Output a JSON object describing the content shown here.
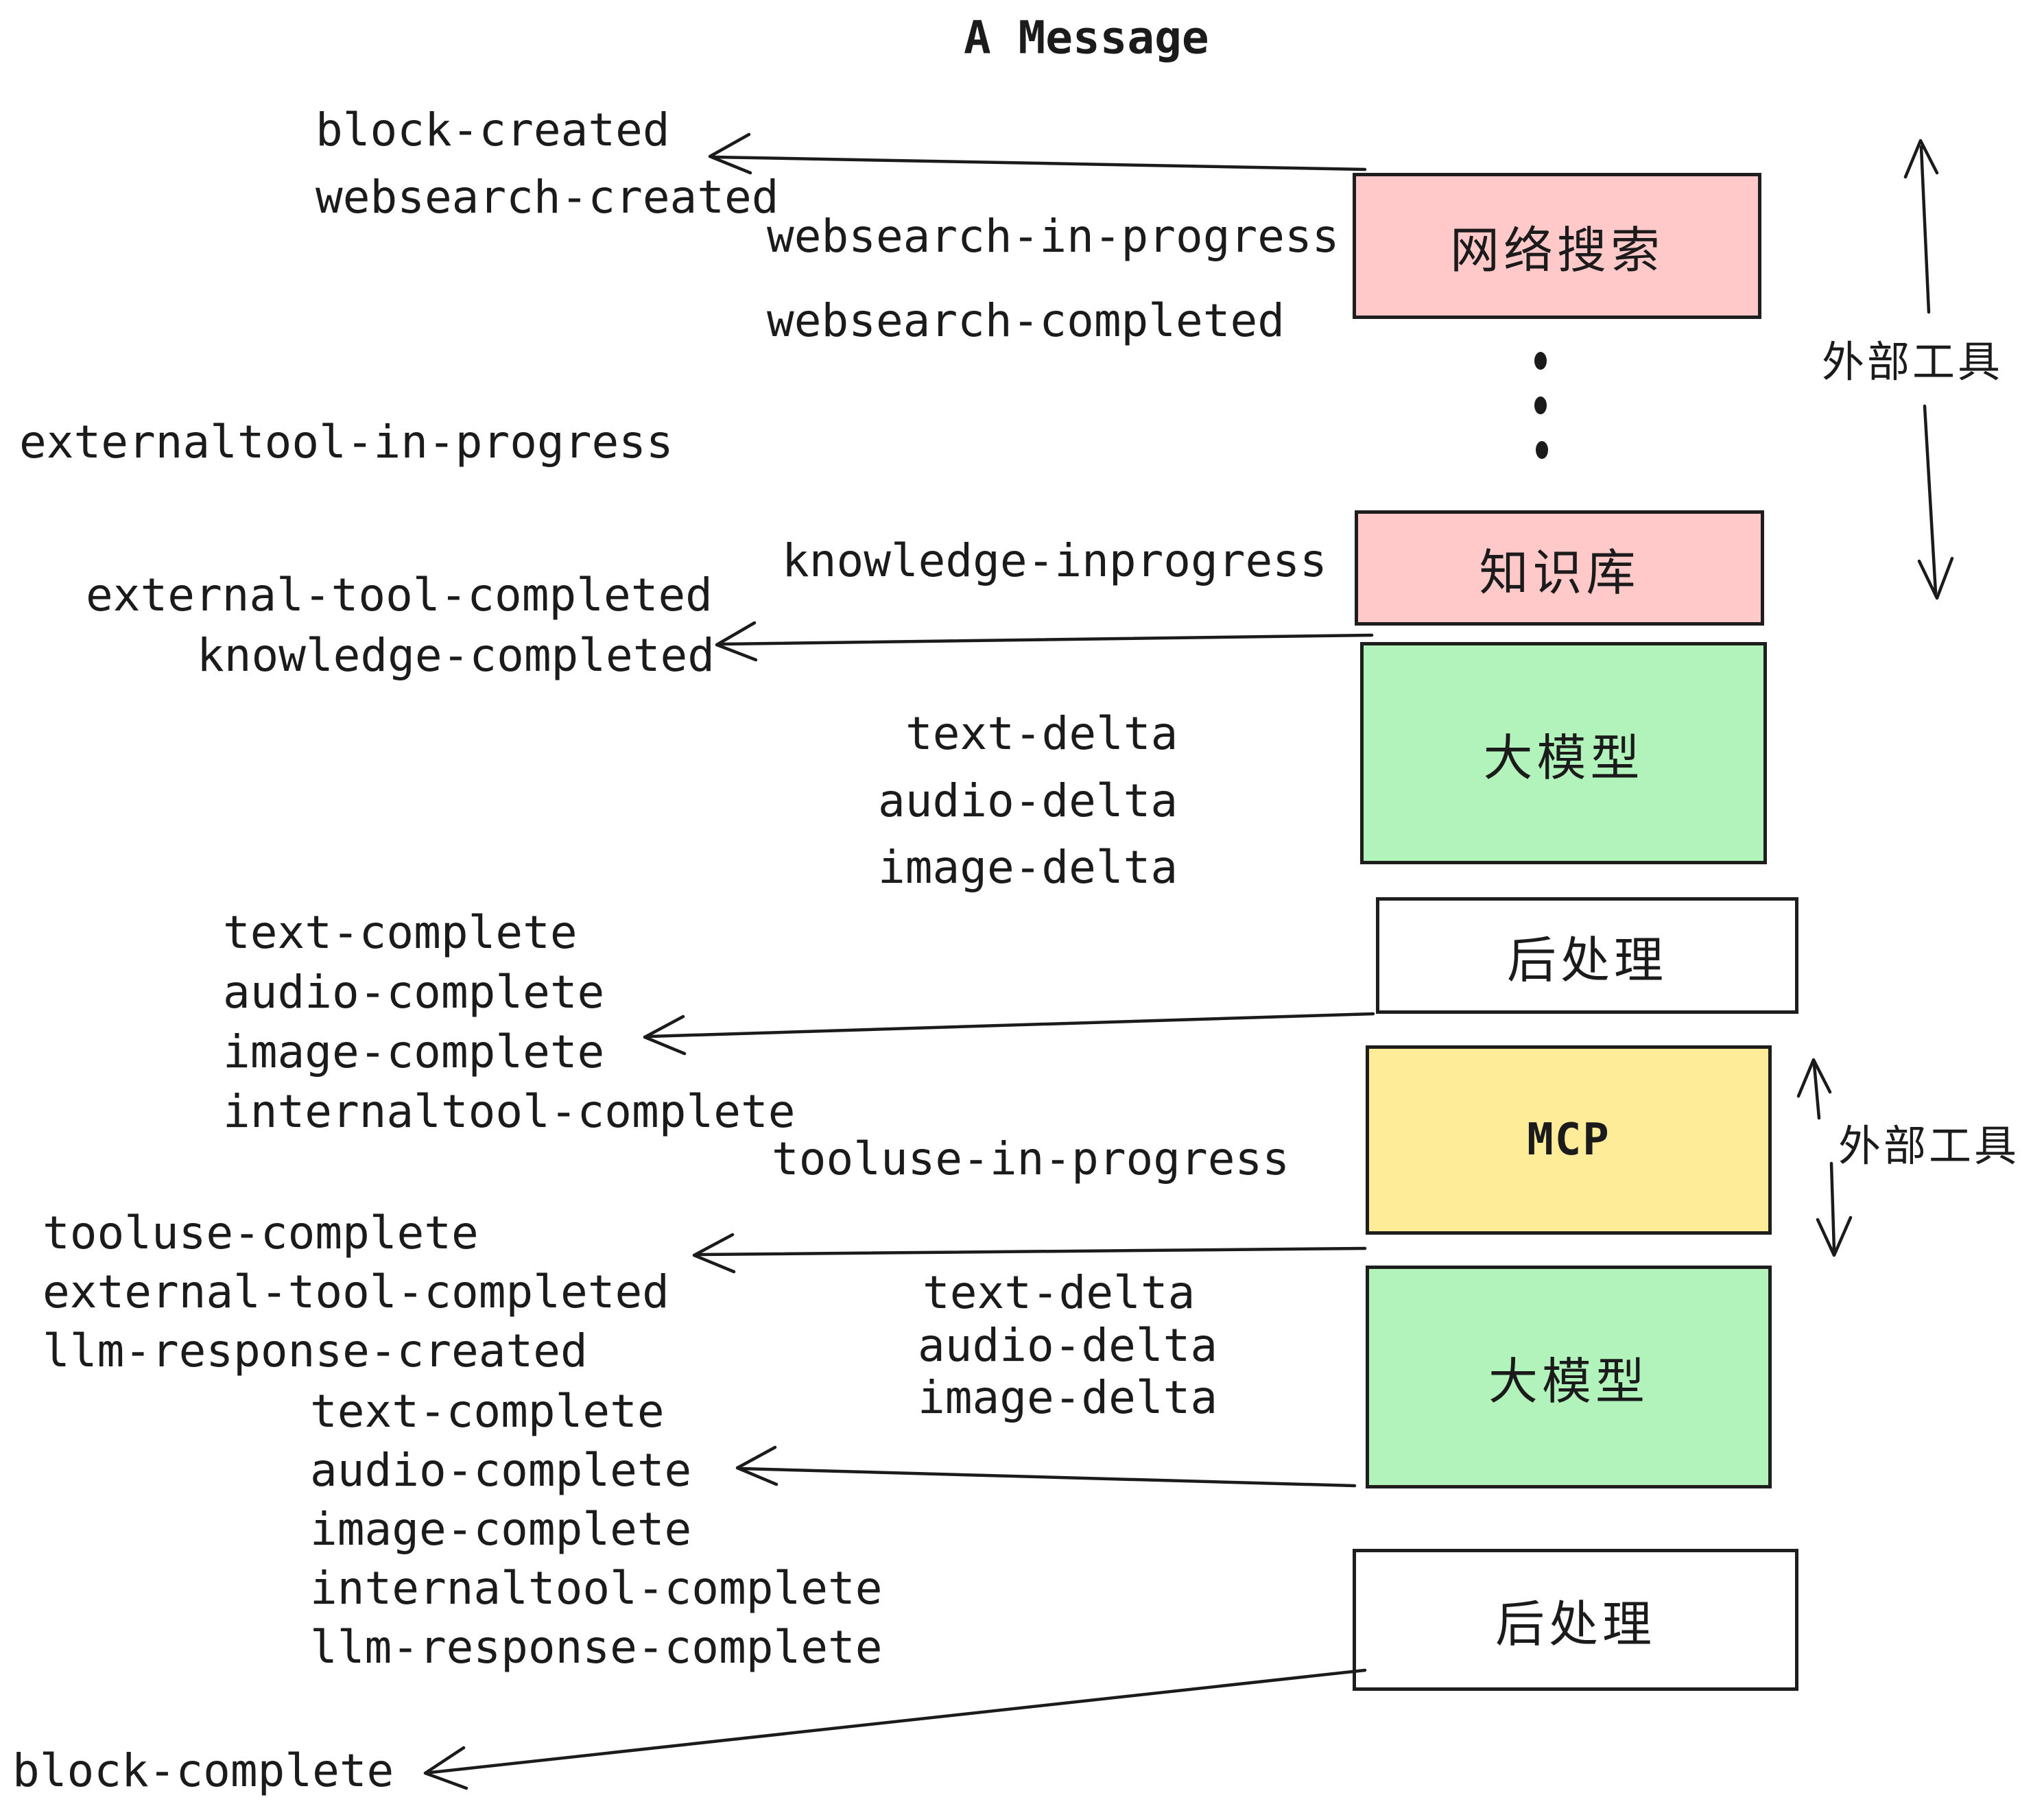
{
  "title": "A Message",
  "events": {
    "block_created": "block-created",
    "websearch_created": "websearch-created",
    "websearch_in_progress": "websearch-in-progress",
    "websearch_completed": "websearch-completed",
    "externaltool_in_progress": "externaltool-in-progress",
    "knowledge_inprogress": "knowledge-inprogress",
    "external_tool_completed_1": "external-tool-completed",
    "knowledge_completed": "knowledge-completed",
    "text_delta_1": "text-delta",
    "audio_delta_1": "audio-delta",
    "image_delta_1": "image-delta",
    "text_complete_1": "text-complete",
    "audio_complete_1": "audio-complete",
    "image_complete_1": "image-complete",
    "internaltool_complete_1": "internaltool-complete",
    "tooluse_in_progress": "tooluse-in-progress",
    "tooluse_complete": "tooluse-complete",
    "external_tool_completed_2": "external-tool-completed",
    "llm_response_created": "llm-response-created",
    "text_complete_2": "text-complete",
    "audio_complete_2": "audio-complete",
    "image_complete_2": "image-complete",
    "internaltool_complete_2": "internaltool-complete",
    "llm_response_complete": "llm-response-complete",
    "text_delta_2": "text-delta",
    "audio_delta_2": "audio-delta",
    "image_delta_2": "image-delta",
    "block_complete": "block-complete"
  },
  "boxes": {
    "websearch": {
      "label": "网络搜索",
      "color": "#ffc9c9"
    },
    "knowledge": {
      "label": "知识库",
      "color": "#ffc9c9"
    },
    "llm_1": {
      "label": "大模型",
      "color": "#b2f2bb"
    },
    "postprocess_1": {
      "label": "后处理",
      "color": "#ffffff"
    },
    "mcp": {
      "label": "MCP",
      "color": "#ffec99"
    },
    "llm_2": {
      "label": "大模型",
      "color": "#b2f2bb"
    },
    "postprocess_2": {
      "label": "后处理",
      "color": "#ffffff"
    }
  },
  "annotations": {
    "external_tools_top": "外部工具",
    "external_tools_bottom": "外部工具"
  },
  "colors": {
    "pink": "#ffc9c9",
    "green": "#b2f2bb",
    "yellow": "#ffec99",
    "ink": "#1b1b1b",
    "border": "#1e1e1e",
    "background": "#ffffff"
  }
}
